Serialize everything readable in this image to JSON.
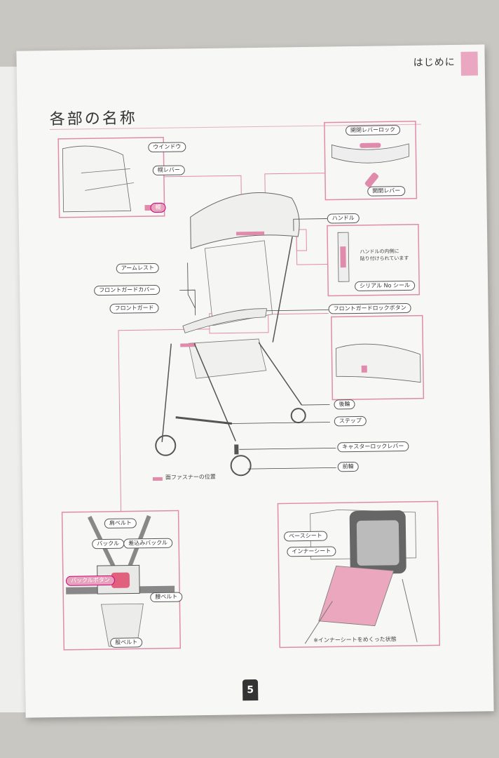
{
  "header": {
    "section": "はじめに"
  },
  "title": "各部の名称",
  "labels": {
    "window": "ウインドウ",
    "hood_lever": "幌レバー",
    "hood_tag": "幌",
    "open_close_lock": "開閉レバーロック",
    "open_close_lever": "開閉レバー",
    "handle": "ハンドル",
    "armrest": "アームレスト",
    "front_guard_cover": "フロントガードカバー",
    "front_guard": "フロントガード",
    "serial_note": "ハンドルの内側に\n貼り付けられています",
    "serial_sticker": "シリアル No シール",
    "front_guard_lock": "フロントガードロックボタン",
    "rear_wheel": "後輪",
    "step": "ステップ",
    "caster_lock": "キャスターロックレバー",
    "front_wheel": "前輪",
    "velcro_legend": "面ファスナーの位置",
    "shoulder_belt": "肩ベルト",
    "buckle": "バックル",
    "insert_buckle": "差込みバックル",
    "buckle_button": "バックルボタン",
    "waist_belt": "腰ベルト",
    "crotch_belt": "股ベルト",
    "base_seat": "ベースシート",
    "inner_seat": "インナーシート",
    "inner_note": "※インナーシートをめくった状態"
  },
  "page_number": "5",
  "colors": {
    "accent": "#e08bab",
    "line": "#555555"
  }
}
